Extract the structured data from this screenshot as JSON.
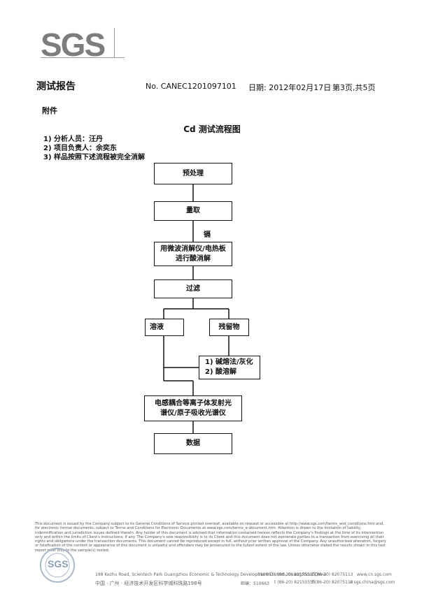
{
  "logo": {
    "text": "SGS"
  },
  "header": {
    "title": "测试报告",
    "report_no": "No. CANEC1201097101",
    "date": "日期: 2012年02月17日",
    "page": "第3页,共5页"
  },
  "appendix": "附件",
  "flow_title": "Cd 测试流程图",
  "notes": [
    "1) 分析人员：汪丹",
    "2) 项目负责人：余奕东",
    "3) 样品按照下述流程被完全消解"
  ],
  "flow": {
    "pretreat": "预处理",
    "weigh": "量取",
    "cd_label": "镉",
    "digest_1": "用微波消解仪/电热板",
    "digest_2": "进行酸消解",
    "filter": "过滤",
    "solution": "溶液",
    "residue": "残留物",
    "residue_1": "1) 碱熔法/灰化",
    "residue_2": "2) 酸溶解",
    "icp_1": "电感耦合等离子体发射光",
    "icp_2": "谱仪/原子吸收光谱仪",
    "data": "数据"
  },
  "footer": {
    "disclaimer": "This document is issued by the Company subject to its General Conditions of Service printed overleaf, available on request or accessible at http://www.sgs.com/terms_and_conditions.htm and, for electronic format documents, subject to Terms and Conditions for Electronic Documents at www.sgs.com/terms_e-document.htm. Attention is drawn to the limitation of liability, indemnification and jurisdiction issues defined therein. Any holder of this document is advised that information contained hereon reflects the Company's findings at the time of its intervention only and within the limits of Client's instructions, if any. The Company's sole responsibility is to its Client and this document does not exonerate parties to a transaction from exercising all their rights and obligations under the transaction documents. This document cannot be reproduced except in full, without prior written approval of the Company. Any unauthorized alteration, forgery or falsification of the content or appearance of this document is unlawful and offenders may be prosecuted to the fullest extent of the law. Unless otherwise stated the results shown in this test report refer only to the sample(s) tested.",
    "address_en": "198 Kezhu Road, Scientech Park Guangzhou Economic & Technology Development District, Guangzhou, China",
    "postcode_en": "510663",
    "tel_en": "t (86-20) 82155555",
    "fax_en": "f (86-20) 82075113",
    "web": "www.cn.sgs.com",
    "address_cn": "中国 · 广州 · 经济技术开发区科学城科珠路198号",
    "postcode_cn": "邮编：510663",
    "tel_cn": "t (86-20) 82155555",
    "fax_cn": "f (86-20) 82075113",
    "email": "e sgs.china@sgs.com",
    "stamp_text": "SGS"
  }
}
